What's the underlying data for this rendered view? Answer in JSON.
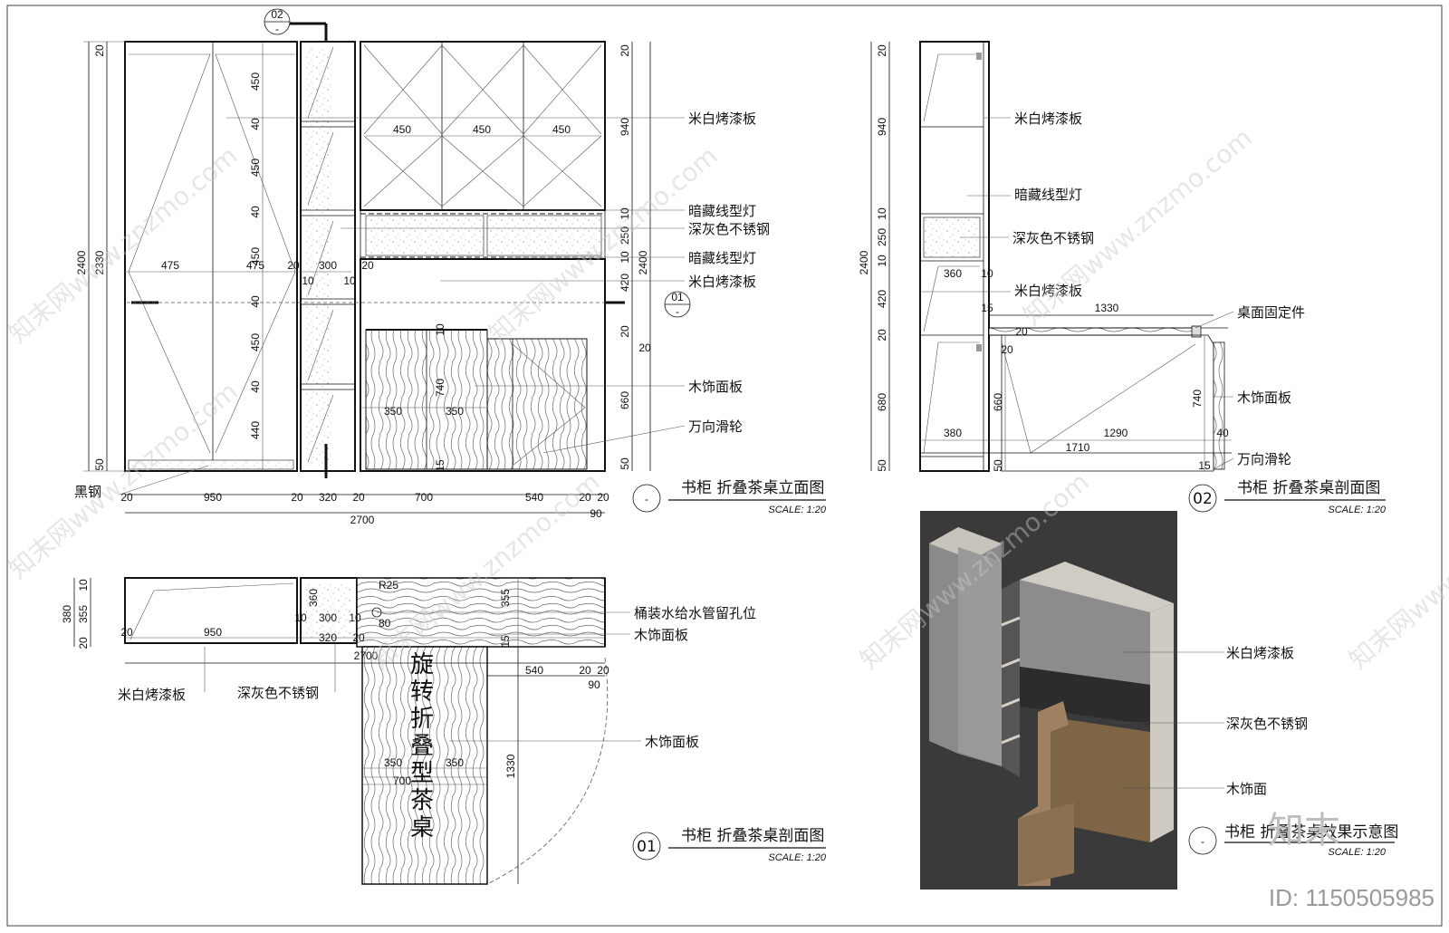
{
  "drawing_titles": {
    "elevation": "书柜 折叠茶桌立面图",
    "section_02": "书柜 折叠茶桌剖面图",
    "section_01": "书柜 折叠茶桌剖面图",
    "render": "书柜 折叠茶桌效果示意图"
  },
  "scale_text": "SCALE: 1:20",
  "markers": {
    "m01": "01",
    "m02": "02",
    "dash": "-"
  },
  "materials": {
    "lacquer": "米白烤漆板",
    "hidden_light": "暗藏线型灯",
    "steel": "深灰色不锈钢",
    "wood_panel": "木饰面板",
    "caster": "万向滑轮",
    "black_steel": "黑钢",
    "fixer": "桌面固定件",
    "pipe": "桶装水给水管留孔位",
    "wood": "木饰面"
  },
  "rotate_label": [
    "旋",
    "转",
    "折",
    "叠",
    "型",
    "茶",
    "桌"
  ],
  "dims_elev": {
    "h2400": "2400",
    "h2330": "2330",
    "d20": "20",
    "d450": "450",
    "d40": "40",
    "d440": "440",
    "d50": "50",
    "d475": "475",
    "d300": "300",
    "d10": "10",
    "d940": "940",
    "d250": "250",
    "d420": "420",
    "d660": "660",
    "d740": "740",
    "d350": "350",
    "d15": "15",
    "d950": "950",
    "d320": "320",
    "d700": "700",
    "d540": "540",
    "d2700": "2700",
    "d90": "90"
  },
  "dims_sec": {
    "d360": "360",
    "d1330": "1330",
    "d680": "680",
    "d380": "380",
    "d1290": "1290",
    "d1710": "1710",
    "d355": "355",
    "d80": "80",
    "r25": "R25"
  },
  "watermark": "知末网www.znzmo.com",
  "logo": "知末",
  "id_text": "ID: 1150505985"
}
